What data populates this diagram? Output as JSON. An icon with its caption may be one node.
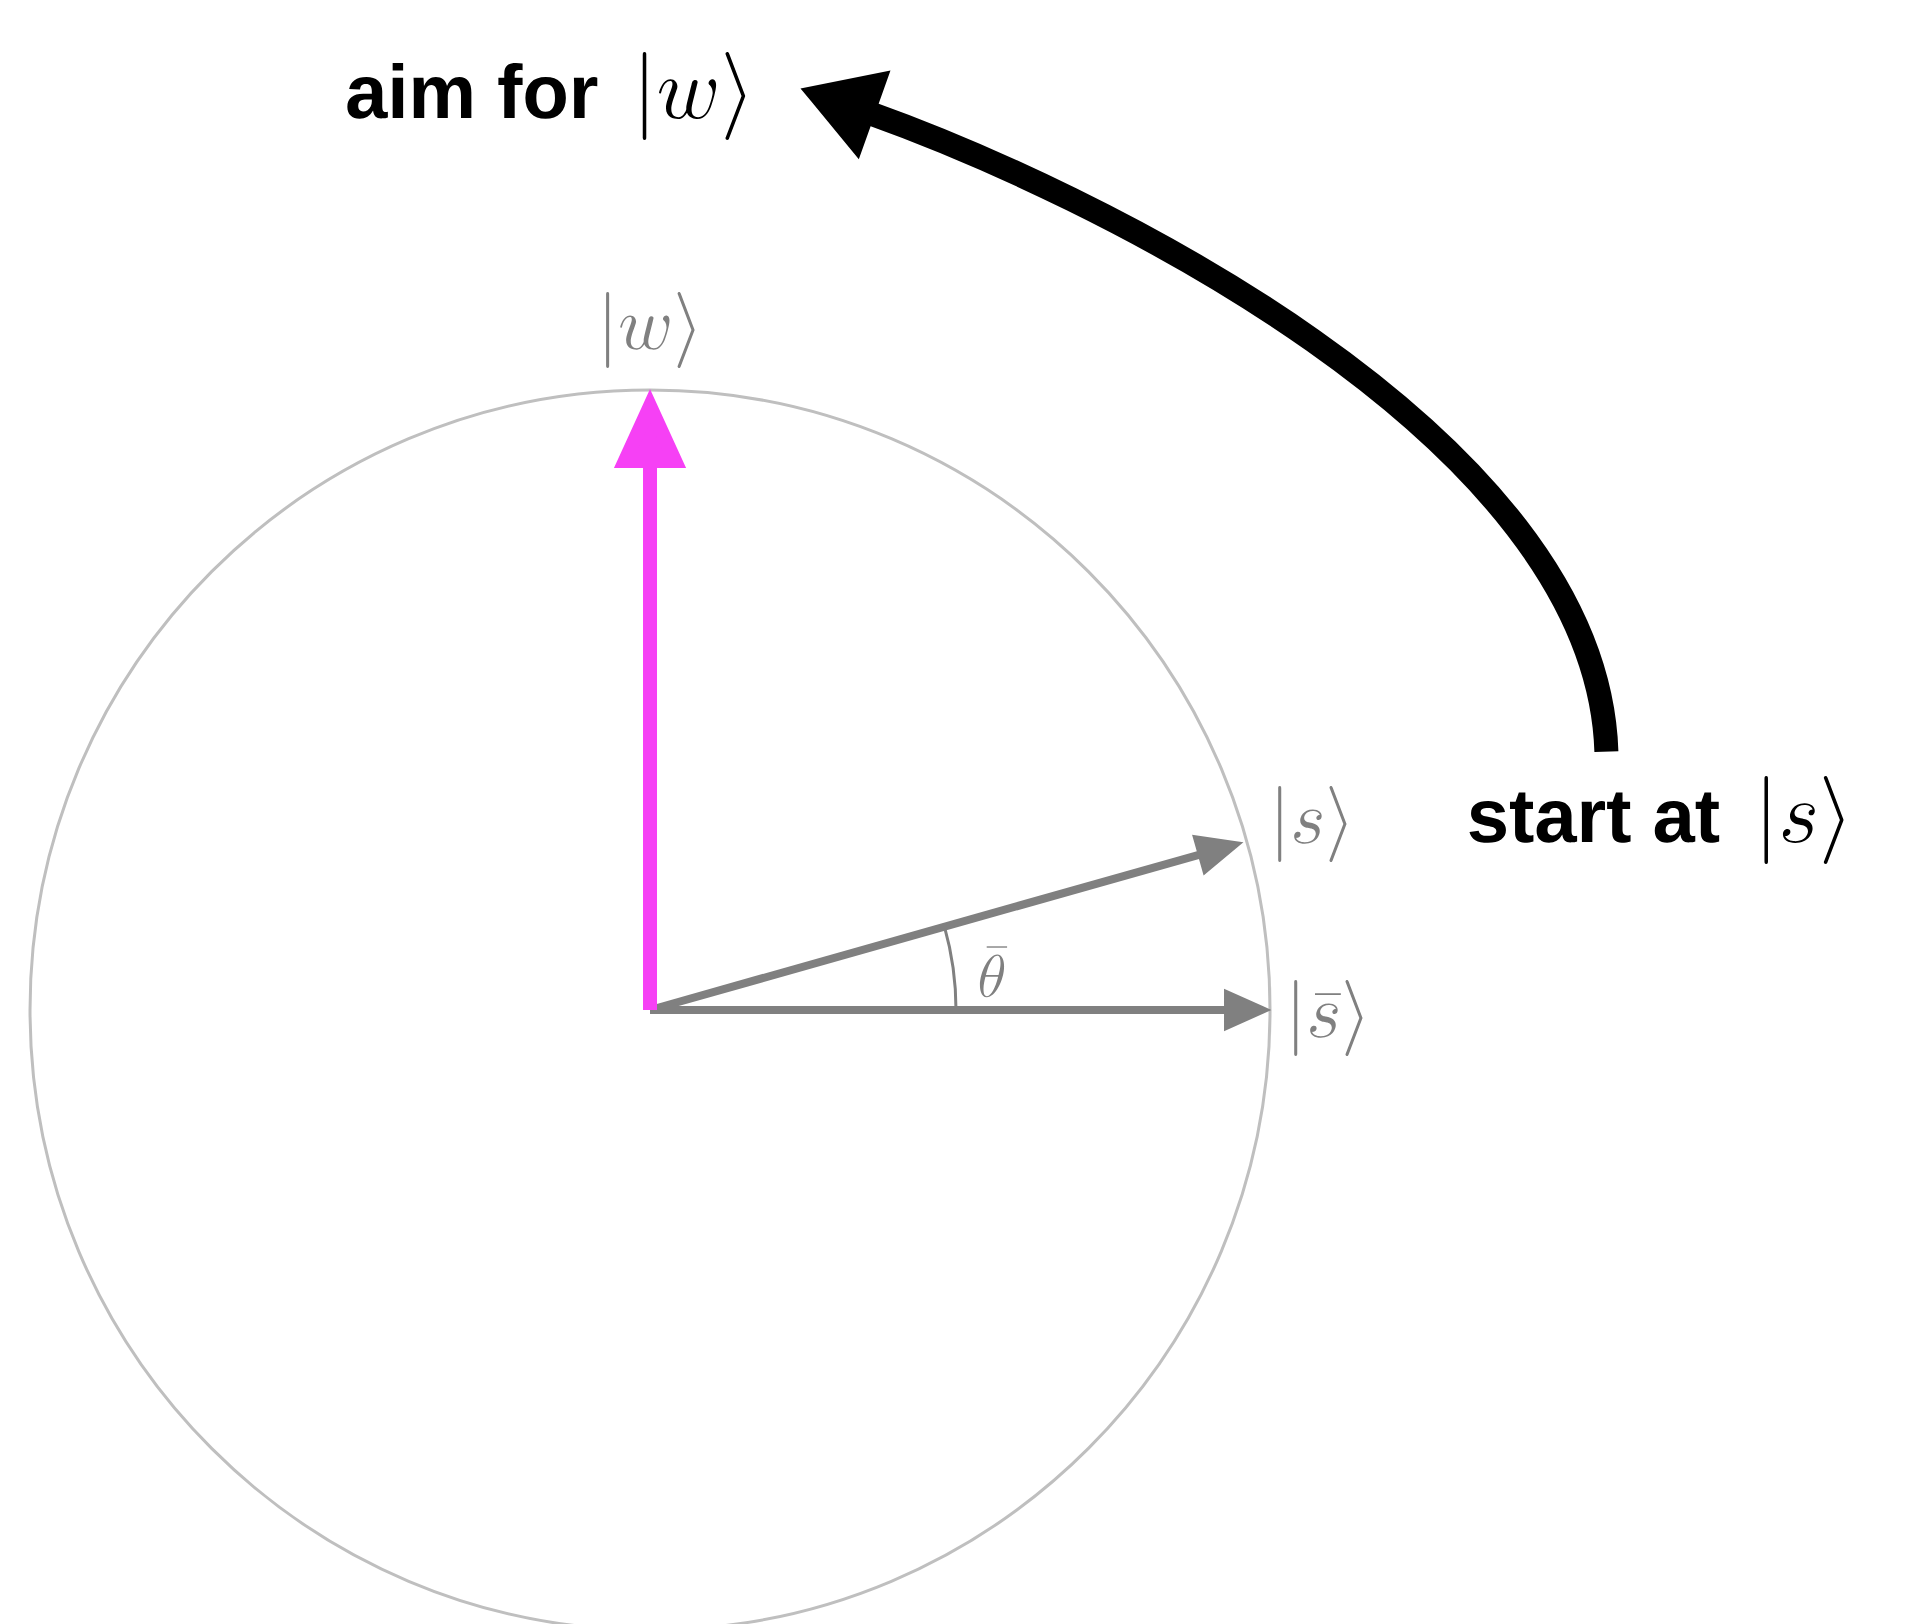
{
  "diagram": {
    "nodes": [
      {
        "text": [
          "aim for",
          "|w\\rangle"
        ]
      },
      {
        "text": [
          "start at",
          "|s\\rangle"
        ]
      }
    ],
    "edges": [
      {
        "from": 1,
        "to": 0,
        "arrow": "to"
      }
    ],
    "labels": [
      "|w\\rangle",
      "|s\\rangle",
      "\\bar{\\theta}",
      "|\\bar{s}\\rangle"
    ]
  }
}
